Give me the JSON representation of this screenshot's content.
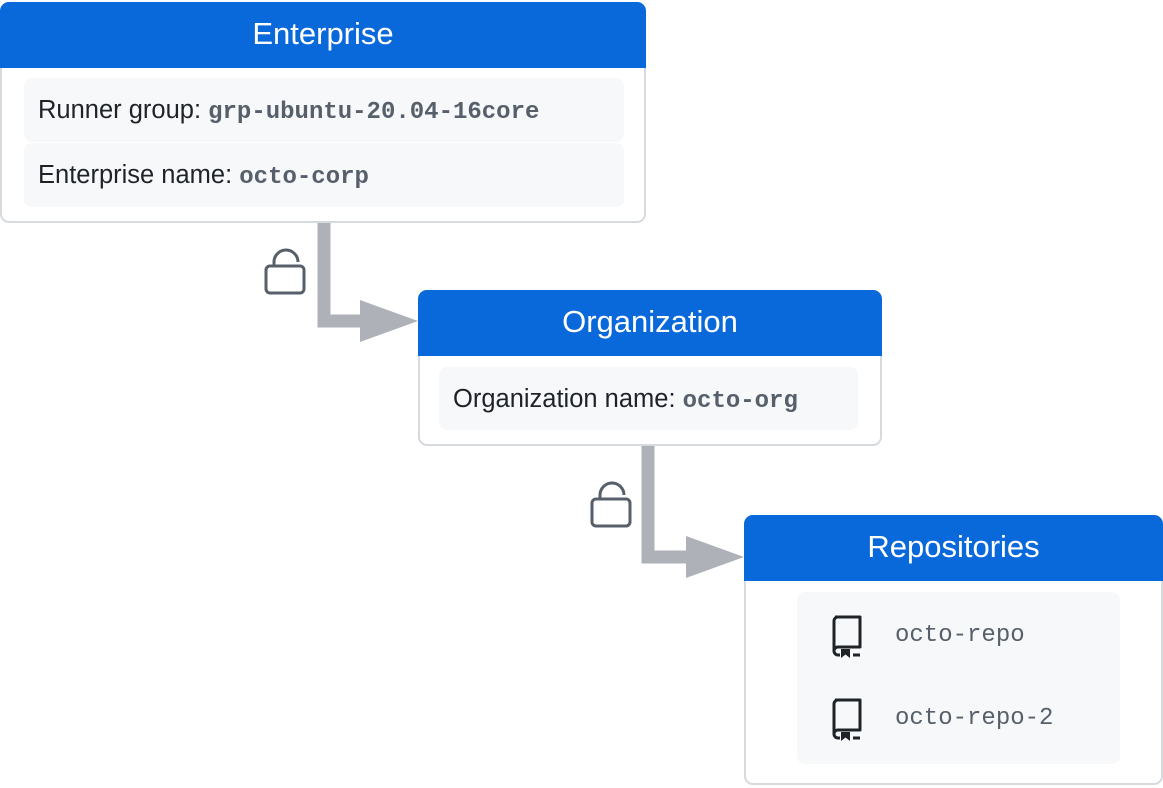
{
  "colors": {
    "header_blue": "#0969da",
    "border": "#d6d9dd",
    "row_bg": "#f6f8fa",
    "arrow_gray": "#aeb2b8",
    "lock_gray": "#57606a"
  },
  "enterprise": {
    "title": "Enterprise",
    "runner_group_label": "Runner group:",
    "runner_group_value": "grp-ubuntu-20.04-16core",
    "name_label": "Enterprise name:",
    "name_value": "octo-corp"
  },
  "organization": {
    "title": "Organization",
    "name_label": "Organization name:",
    "name_value": "octo-org"
  },
  "repositories": {
    "title": "Repositories",
    "items": [
      {
        "name": "octo-repo",
        "icon": "repo-icon"
      },
      {
        "name": "octo-repo-2",
        "icon": "repo-icon"
      }
    ]
  },
  "connectors": [
    {
      "from": "Enterprise",
      "to": "Organization",
      "icon": "unlock-icon"
    },
    {
      "from": "Organization",
      "to": "Repositories",
      "icon": "unlock-icon"
    }
  ]
}
